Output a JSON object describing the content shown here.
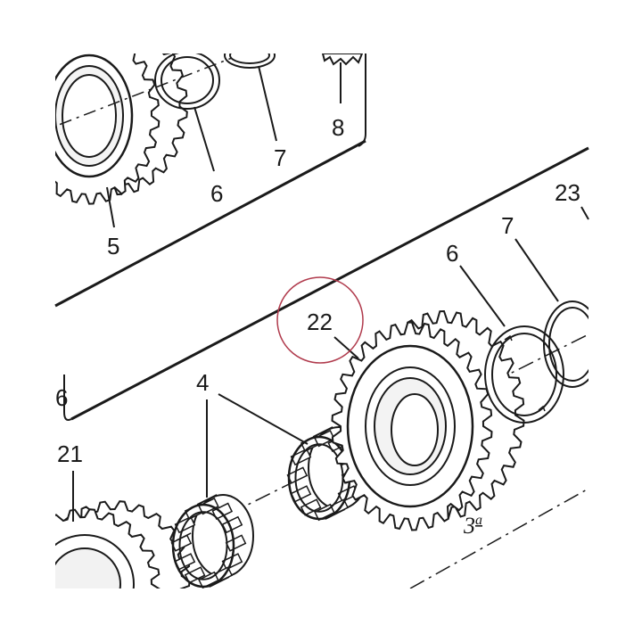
{
  "diagram": {
    "callouts": {
      "c4": "4",
      "c5": "5",
      "c6_upper": "6",
      "c6_lower": "6",
      "c6_left": "6",
      "c7_upper": "7",
      "c7_lower": "7",
      "c8": "8",
      "c21": "21",
      "c22": "22",
      "c23": "23"
    },
    "gear_marking": {
      "base": "3",
      "superscript": "a"
    },
    "colors": {
      "ink": "#1a1a1a",
      "highlight_circle": "#b03a4c"
    }
  }
}
